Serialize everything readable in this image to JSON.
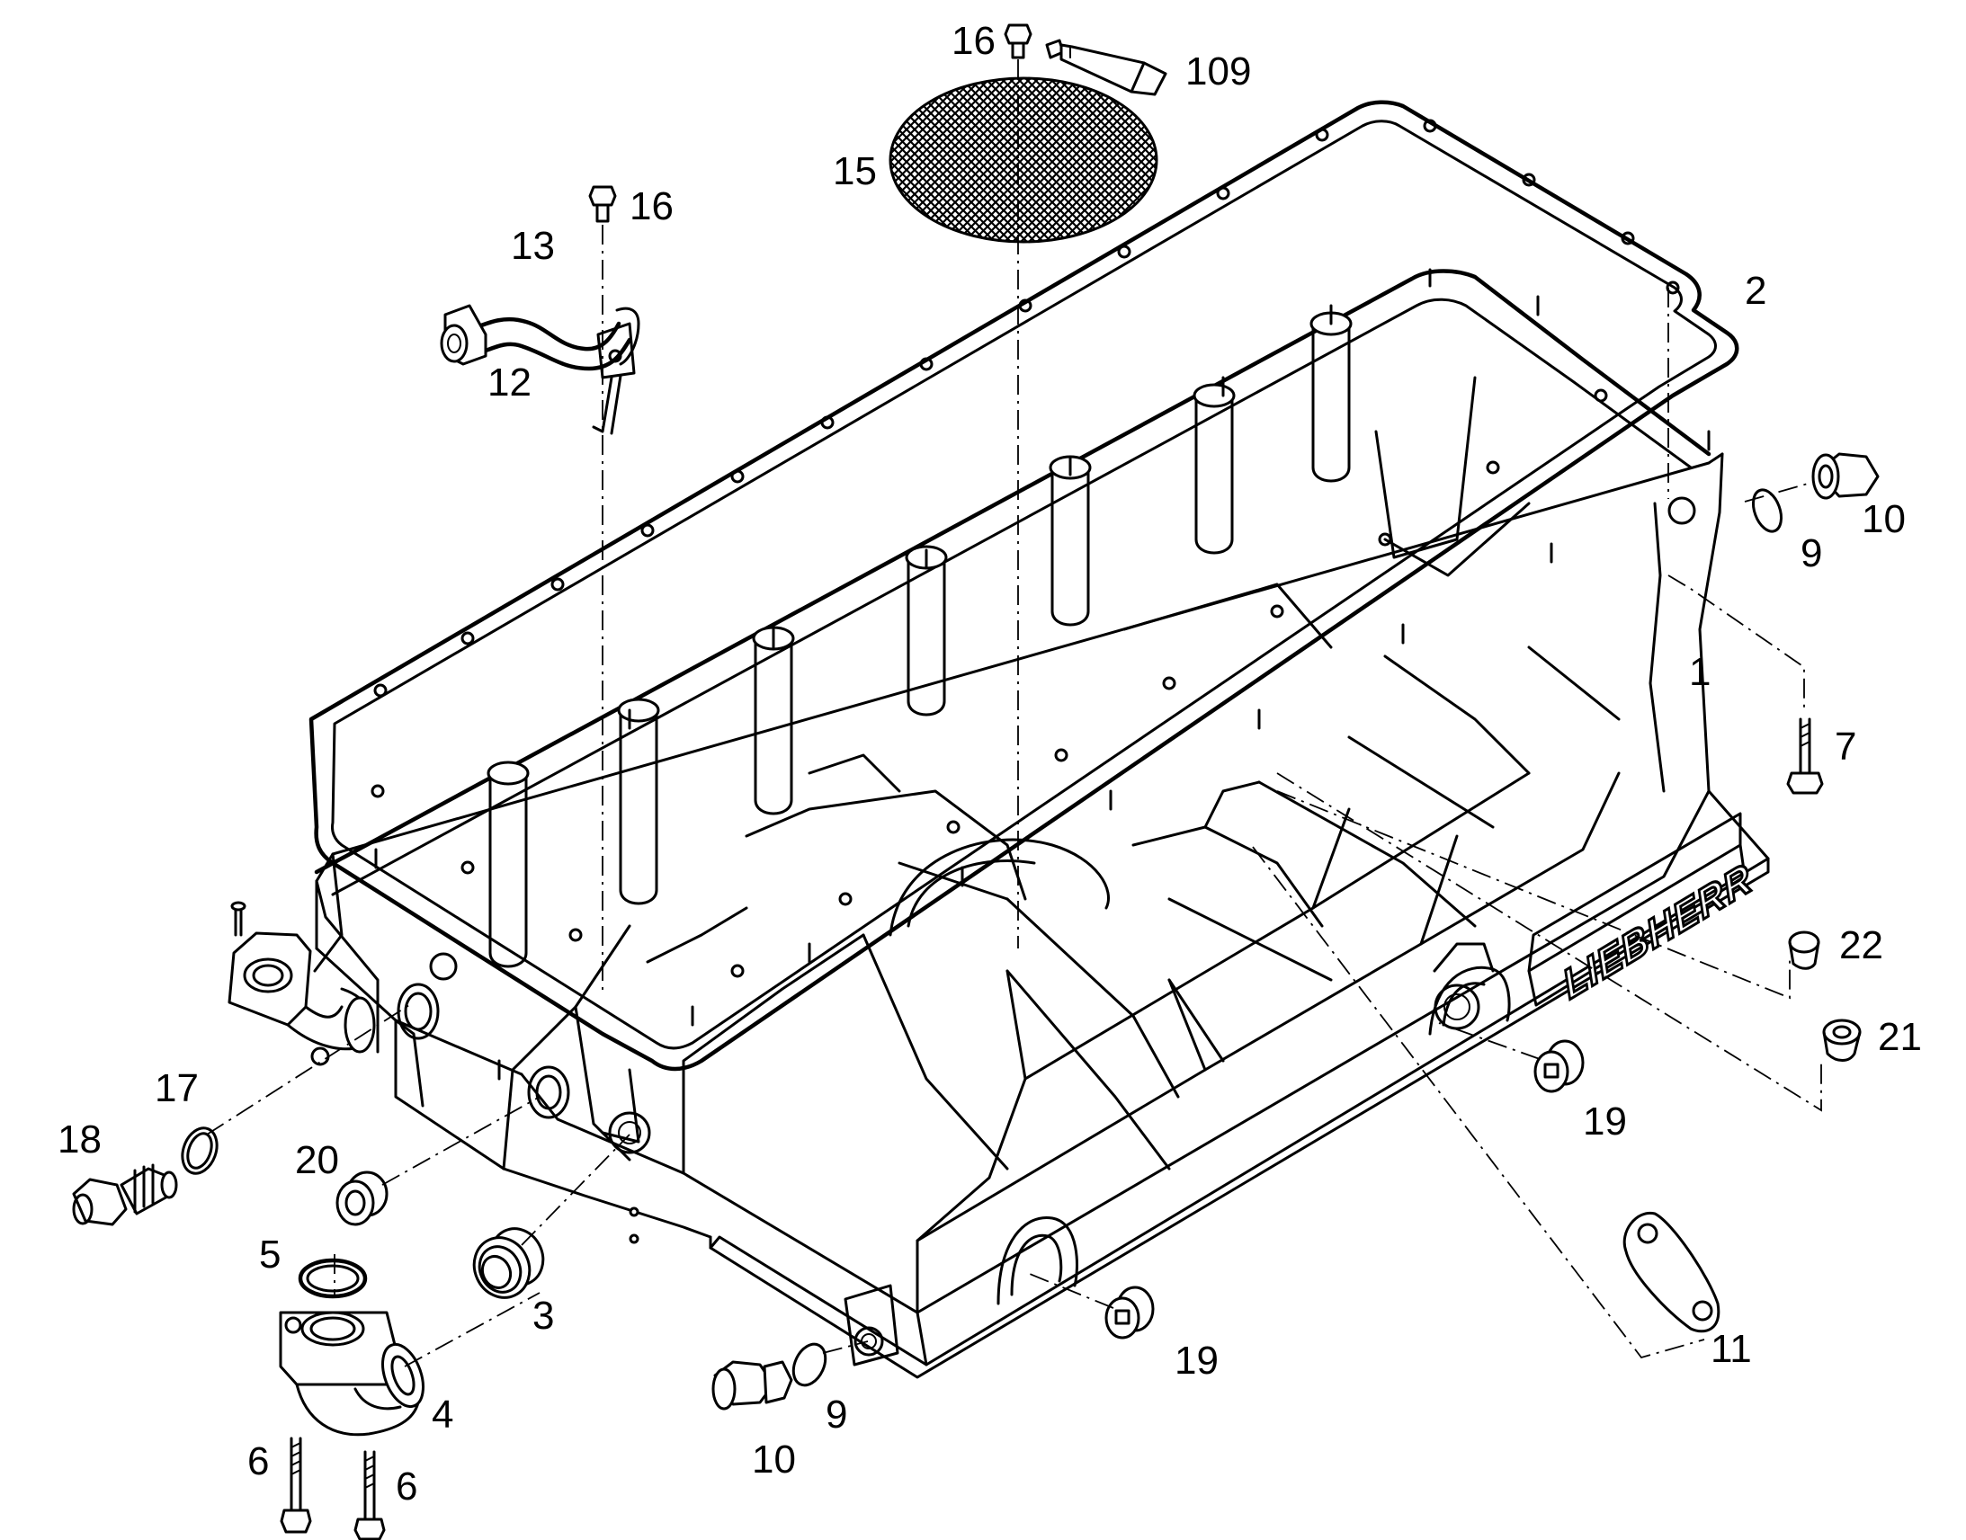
{
  "brand_text": "LIEBHERR",
  "callouts": {
    "c1": "1",
    "c2": "2",
    "c3": "3",
    "c4": "4",
    "c5": "5",
    "c6a": "6",
    "c6b": "6",
    "c7": "7",
    "c9a": "9",
    "c9b": "9",
    "c10a": "10",
    "c10b": "10",
    "c11": "11",
    "c12": "12",
    "c13": "13",
    "c15": "15",
    "c16a": "16",
    "c16b": "16",
    "c17": "17",
    "c18": "18",
    "c19a": "19",
    "c19b": "19",
    "c20": "20",
    "c21": "21",
    "c22": "22",
    "c109": "109"
  }
}
